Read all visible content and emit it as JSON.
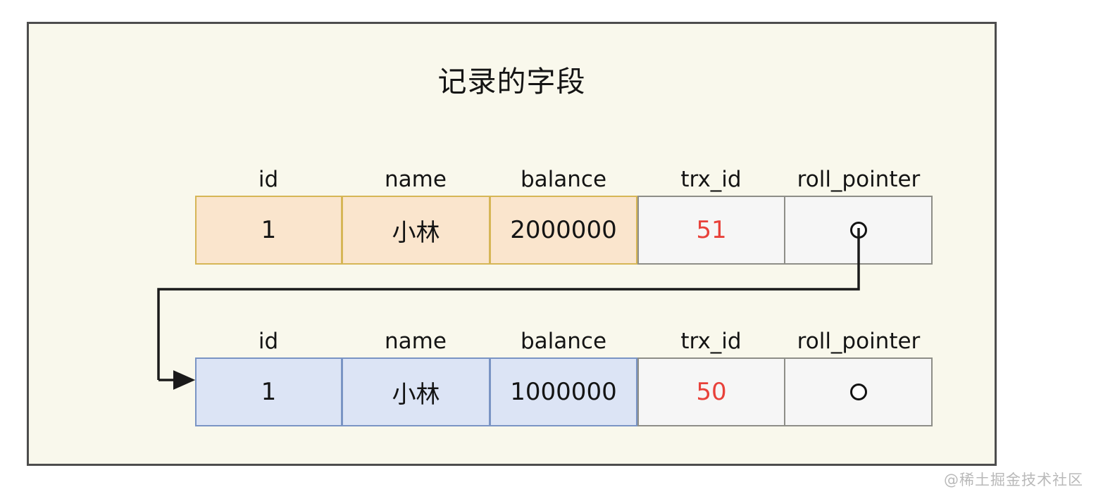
{
  "diagram": {
    "title": "记录的字段",
    "columns": [
      "id",
      "name",
      "balance",
      "trx_id",
      "roll_pointer"
    ],
    "records": [
      {
        "name": "current-version-record",
        "theme": "orange",
        "id": "1",
        "person_name": "小林",
        "balance": "2000000",
        "trx_id": "51",
        "roll_pointer": "pointer-circle-icon"
      },
      {
        "name": "undo-version-record",
        "theme": "blue",
        "id": "1",
        "person_name": "小林",
        "balance": "1000000",
        "trx_id": "50",
        "roll_pointer": "pointer-circle-icon"
      }
    ],
    "connector": {
      "name": "roll-pointer-arrow",
      "from": "record-1.roll_pointer",
      "to": "record-2.left-edge"
    },
    "colors": {
      "page_background": "#ffffff",
      "panel_background": "#f9f8ec",
      "panel_border": "#4d4d4d",
      "orange_fill": "#fae5cd",
      "orange_border": "#d6b656",
      "blue_fill": "#dce4f5",
      "blue_border": "#7a94c4",
      "system_fill": "#f6f6f6",
      "system_border": "#8e8e88",
      "trx_id_text": "#e8413a",
      "connector_line": "#1a1a1a",
      "watermark_text": "#b9b9b9"
    }
  },
  "watermark": {
    "text": "@稀土掘金技术社区"
  }
}
